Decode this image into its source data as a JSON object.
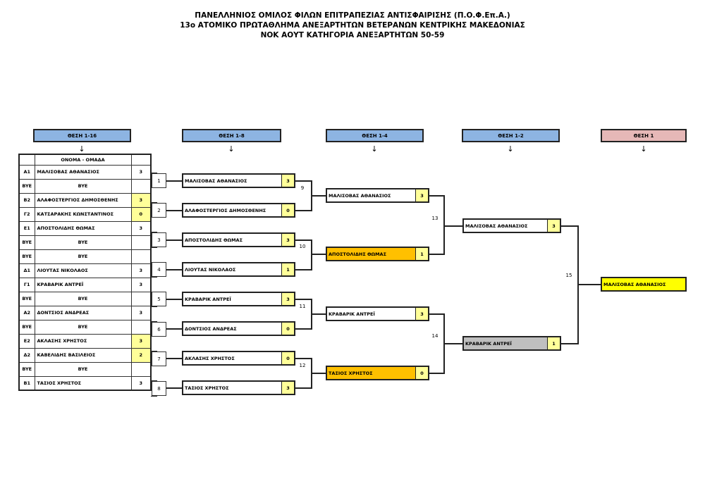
{
  "title": {
    "line1": "ΠΑΝΕΛΛΗΝΙΟΣ ΟΜΙΛΟΣ ΦΙΛΩΝ ΕΠΙΤΡΑΠΕΖΙΑΣ ΑΝΤΙΣΦΑΙΡΙΣΗΣ (Π.Ο.Φ.Επ.Α.)",
    "line2": "13ο ΑΤΟΜΙΚΟ ΠΡΩΤΑΘΛΗΜΑ ΑΝΕΞΑΡΤΗΤΩΝ ΒΕΤΕΡΑΝΩΝ ΚΕΝΤΡΙΚΗΣ ΜΑΚΕΔΟΝΙΑΣ",
    "line3": "ΝΟΚ ΑΟΥΤ ΚΑΤΗΓΟΡΙΑ ΑΝΕΞΑΡΤΗΤΩΝ 50-59"
  },
  "colors": {
    "header_blue": "#8db4e2",
    "header_pink": "#e6b8b7",
    "score_yellow": "#ffff99",
    "loser_orange": "#ffc000",
    "runnerup_gray": "#bfbfbf",
    "winner_yellow": "#ffff00"
  },
  "headers": [
    "ΘΕΣΗ 1-16",
    "ΘΕΣΗ 1-8",
    "ΘΕΣΗ 1-4",
    "ΘΕΣΗ 1-2",
    "ΘΕΣΗ 1"
  ],
  "arrow": "↓",
  "seed_table": {
    "header": "ΟΝΟΜΑ - ΟΜΑΔΑ",
    "rows": [
      {
        "code": "Α1",
        "name": "ΜΑΛΙΣΟΒΑΣ ΑΘΑΝΑΣΙΟΣ",
        "score": "3"
      },
      {
        "code": "BYE",
        "name": "BYE",
        "score": ""
      },
      {
        "code": "Β2",
        "name": "ΑΛΑΦΟΣΤΕΡΓΙΟΣ ΔΗΜΟΣΘΕΝΗΣ",
        "score": "3"
      },
      {
        "code": "Γ2",
        "name": "ΚΑΤΣΑΡΑΚΗΣ ΚΩΝΣΤΑΝΤΙΝΟΣ",
        "score": "0"
      },
      {
        "code": "Ε1",
        "name": "ΑΠΟΣΤΟΛΙΔΗΣ ΘΩΜΑΣ",
        "score": "3"
      },
      {
        "code": "BYE",
        "name": "BYE",
        "score": ""
      },
      {
        "code": "BYE",
        "name": "BYE",
        "score": ""
      },
      {
        "code": "Δ1",
        "name": "ΛΙΟΥΤΑΣ ΝΙΚΟΛΑΟΣ",
        "score": "3"
      },
      {
        "code": "Γ1",
        "name": "ΚΡΑΒΑΡΙΚ ΑΝΤΡΕΪ",
        "score": "3"
      },
      {
        "code": "BYE",
        "name": "BYE",
        "score": ""
      },
      {
        "code": "Α2",
        "name": "ΔΟΝΤΣΙΟΣ ΑΝΔΡΕΑΣ",
        "score": "3"
      },
      {
        "code": "BYE",
        "name": "BYE",
        "score": ""
      },
      {
        "code": "Ε2",
        "name": "ΑΚΛΑΣΗΣ ΧΡΗΣΤΟΣ",
        "score": "3"
      },
      {
        "code": "Δ2",
        "name": "ΚΑΒΕΛΙΔΗΣ ΒΑΣΙΛΕΙΟΣ",
        "score": "2"
      },
      {
        "code": "BYE",
        "name": "BYE",
        "score": ""
      },
      {
        "code": "Β1",
        "name": "ΤΑΣΙΟΣ ΧΡΗΣΤΟΣ",
        "score": "3"
      }
    ]
  },
  "round1_matches": [
    "1",
    "2",
    "3",
    "4",
    "5",
    "6",
    "7",
    "8"
  ],
  "round2": [
    {
      "name": "ΜΑΛΙΣΟΒΑΣ ΑΘΑΝΑΣΙΟΣ",
      "score": "3"
    },
    {
      "name": "ΑΛΑΦΟΣΤΕΡΓΙΟΣ ΔΗΜΟΣΘΕΝΗΣ",
      "score": "0"
    },
    {
      "name": "ΑΠΟΣΤΟΛΙΔΗΣ ΘΩΜΑΣ",
      "score": "3"
    },
    {
      "name": "ΛΙΟΥΤΑΣ ΝΙΚΟΛΑΟΣ",
      "score": "1"
    },
    {
      "name": "ΚΡΑΒΑΡΙΚ ΑΝΤΡΕΪ",
      "score": "3"
    },
    {
      "name": "ΔΟΝΤΣΙΟΣ ΑΝΔΡΕΑΣ",
      "score": "0"
    },
    {
      "name": "ΑΚΛΑΣΗΣ ΧΡΗΣΤΟΣ",
      "score": "0"
    },
    {
      "name": "ΤΑΣΙΟΣ ΧΡΗΣΤΟΣ",
      "score": "3"
    }
  ],
  "round2_matches": [
    "9",
    "10",
    "11",
    "12"
  ],
  "round3": [
    {
      "name": "ΜΑΛΙΣΟΒΑΣ ΑΘΑΝΑΣΙΟΣ",
      "score": "3"
    },
    {
      "name": "ΑΠΟΣΤΟΛΙΔΗΣ ΘΩΜΑΣ",
      "score": "1"
    },
    {
      "name": "ΚΡΑΒΑΡΙΚ ΑΝΤΡΕΪ",
      "score": "3"
    },
    {
      "name": "ΤΑΣΙΟΣ ΧΡΗΣΤΟΣ",
      "score": "0"
    }
  ],
  "round3_matches": [
    "13",
    "14"
  ],
  "round4": [
    {
      "name": "ΜΑΛΙΣΟΒΑΣ ΑΘΑΝΑΣΙΟΣ",
      "score": "3"
    },
    {
      "name": "ΚΡΑΒΑΡΙΚ ΑΝΤΡΕΪ",
      "score": "1"
    }
  ],
  "final_match": "15",
  "winner": {
    "name": "ΜΑΛΙΣΟΒΑΣ ΑΘΑΝΑΣΙΟΣ"
  }
}
